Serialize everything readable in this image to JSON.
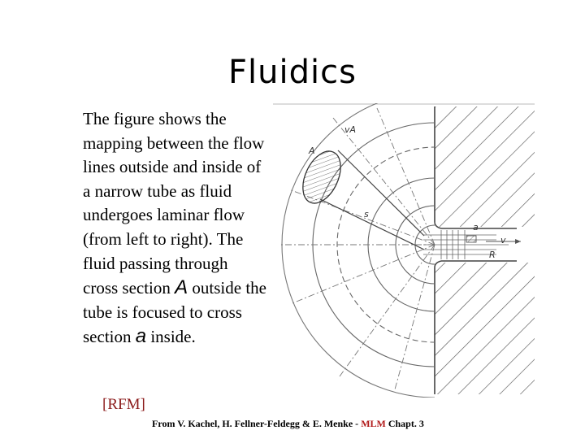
{
  "title": "Fluidics",
  "body": {
    "part1": "The figure shows the mapping between the flow lines outside and inside of a narrow tube as fluid undergoes laminar flow (from left to right).  The fluid passing through cross section ",
    "var_A": "A",
    "part2": " outside the tube is focused to cross section ",
    "var_a": "a",
    "part3": " inside."
  },
  "citation": "[RFM]",
  "source": {
    "prefix": "From V. Kachel, H. Fellner-Feldegg & E. Menke - ",
    "highlight": "MLM",
    "suffix": " Chapt. 3"
  },
  "figure_labels": {
    "vA": "vA",
    "A": "A",
    "s": "s",
    "a": "a",
    "v": "v",
    "R": "R"
  }
}
